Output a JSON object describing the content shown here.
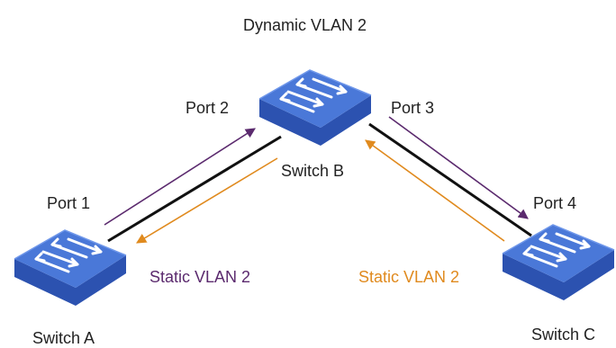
{
  "diagram": {
    "title": "Dynamic VLAN 2",
    "switches": {
      "a": "Switch A",
      "b": "Switch B",
      "c": "Switch C"
    },
    "ports": {
      "p1": "Port 1",
      "p2": "Port 2",
      "p3": "Port 3",
      "p4": "Port 4"
    },
    "static_left": "Static VLAN 2",
    "static_right": "Static VLAN 2"
  },
  "colors": {
    "switch_top": "#4a78d8",
    "switch_side": "#2c52b0",
    "link": "#111111",
    "arrow_purple": "#5b2a6e",
    "arrow_orange": "#e08a1e"
  }
}
